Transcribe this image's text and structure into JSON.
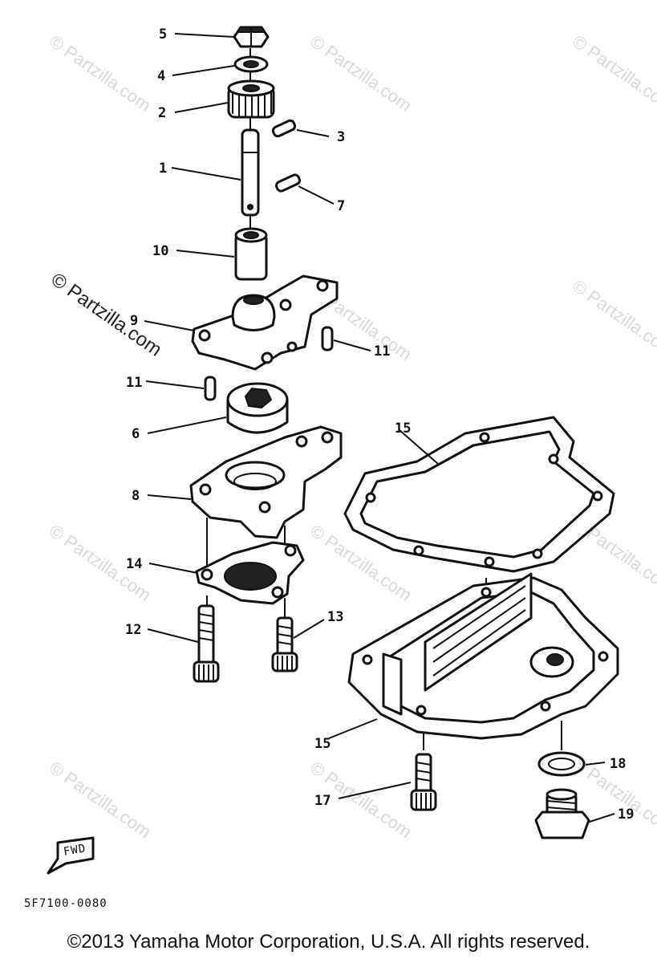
{
  "watermark": {
    "text": "© Partzilla.com"
  },
  "parts": [
    {
      "number": "1",
      "label": "1"
    },
    {
      "number": "2",
      "label": "2"
    },
    {
      "number": "3",
      "label": "3"
    },
    {
      "number": "4",
      "label": "4"
    },
    {
      "number": "5",
      "label": "5"
    },
    {
      "number": "6",
      "label": "6"
    },
    {
      "number": "7",
      "label": "7"
    },
    {
      "number": "8",
      "label": "8"
    },
    {
      "number": "9",
      "label": "9"
    },
    {
      "number": "10",
      "label": "10"
    },
    {
      "number": "11",
      "label": "11"
    },
    {
      "number": "11b",
      "label": "11"
    },
    {
      "number": "12",
      "label": "12"
    },
    {
      "number": "13",
      "label": "13"
    },
    {
      "number": "14",
      "label": "14"
    },
    {
      "number": "15a",
      "label": "15"
    },
    {
      "number": "15b",
      "label": "15"
    },
    {
      "number": "17",
      "label": "17"
    },
    {
      "number": "18",
      "label": "18"
    },
    {
      "number": "19",
      "label": "19"
    }
  ],
  "fwd_label": "FWD",
  "diagram_code": "5F7100-0080",
  "copyright": "©2013 Yamaha Motor Corporation, U.S.A. All rights reserved."
}
